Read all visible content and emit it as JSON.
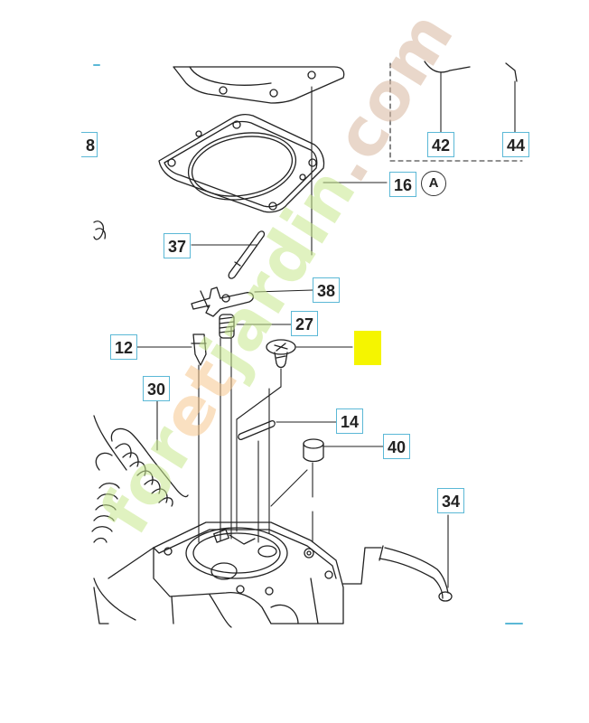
{
  "callouts": {
    "c16": "16",
    "c37": "37",
    "c38": "38",
    "c27": "27",
    "c12": "12",
    "c30": "30",
    "c14": "14",
    "c40": "40",
    "c34": "34",
    "c42": "42",
    "c44": "44",
    "edge_left": "8"
  },
  "ref_badge": "A",
  "watermark": {
    "part1": "for",
    "part2": "et",
    "part3": "jardin",
    "part4": ".com"
  },
  "colors": {
    "callout_border": "#5bb8d6",
    "highlight": "#f5f500",
    "line": "#222222",
    "watermark_green": "#c8e88e",
    "watermark_orange": "#f6c790"
  }
}
